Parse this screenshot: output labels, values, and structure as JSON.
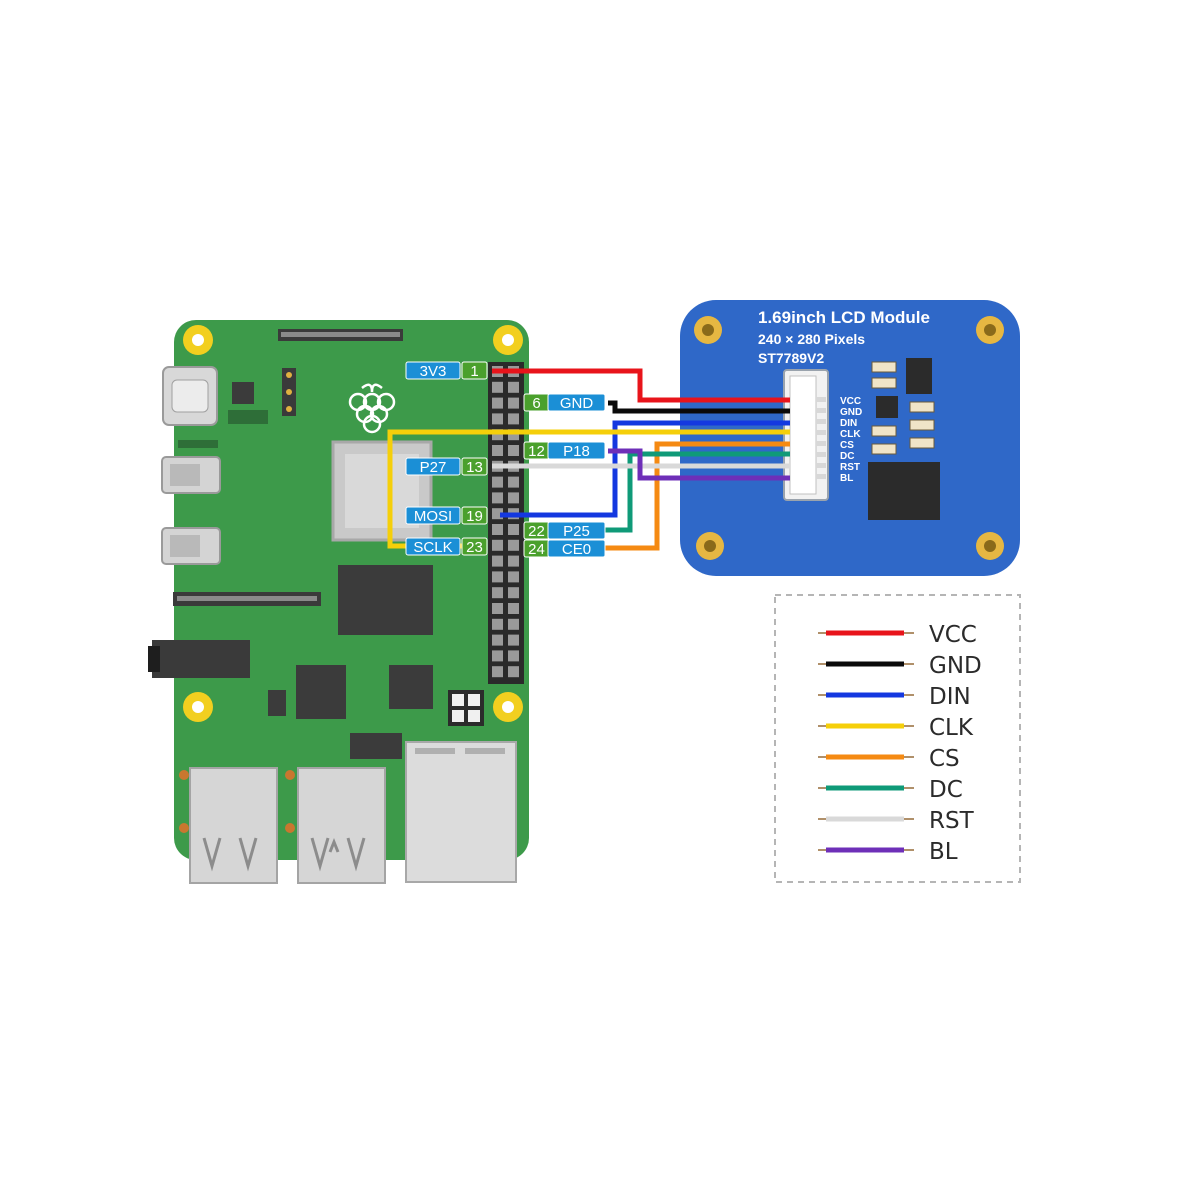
{
  "lcd_module": {
    "title": "1.69inch LCD Module",
    "resolution": "240 × 280 Pixels",
    "driver": "ST7789V2",
    "connector_pins": [
      "VCC",
      "GND",
      "DIN",
      "CLK",
      "CS",
      "DC",
      "RST",
      "BL"
    ]
  },
  "gpio_labels": {
    "left": [
      {
        "name": "3V3",
        "pin": "1"
      },
      {
        "name": "P27",
        "pin": "13"
      },
      {
        "name": "MOSI",
        "pin": "19"
      },
      {
        "name": "SCLK",
        "pin": "23"
      }
    ],
    "right": [
      {
        "pin": "6",
        "name": "GND"
      },
      {
        "pin": "12",
        "name": "P18"
      },
      {
        "pin": "22",
        "name": "P25"
      },
      {
        "pin": "24",
        "name": "CE0"
      }
    ]
  },
  "legend": [
    {
      "label": "VCC",
      "color": "#e8141b"
    },
    {
      "label": "GND",
      "color": "#0a0a0a"
    },
    {
      "label": "DIN",
      "color": "#1438e0"
    },
    {
      "label": "CLK",
      "color": "#f5cf0a"
    },
    {
      "label": "CS",
      "color": "#f58a12"
    },
    {
      "label": "DC",
      "color": "#0f9a78"
    },
    {
      "label": "RST",
      "color": "#d9d9d9"
    },
    {
      "label": "BL",
      "color": "#6e2fb8"
    }
  ],
  "colors": {
    "pcb_green": "#3d9a4a",
    "lcd_blue": "#2f68c8",
    "name_tag": "#1b8fd6",
    "pin_tag": "#4aa02c"
  }
}
